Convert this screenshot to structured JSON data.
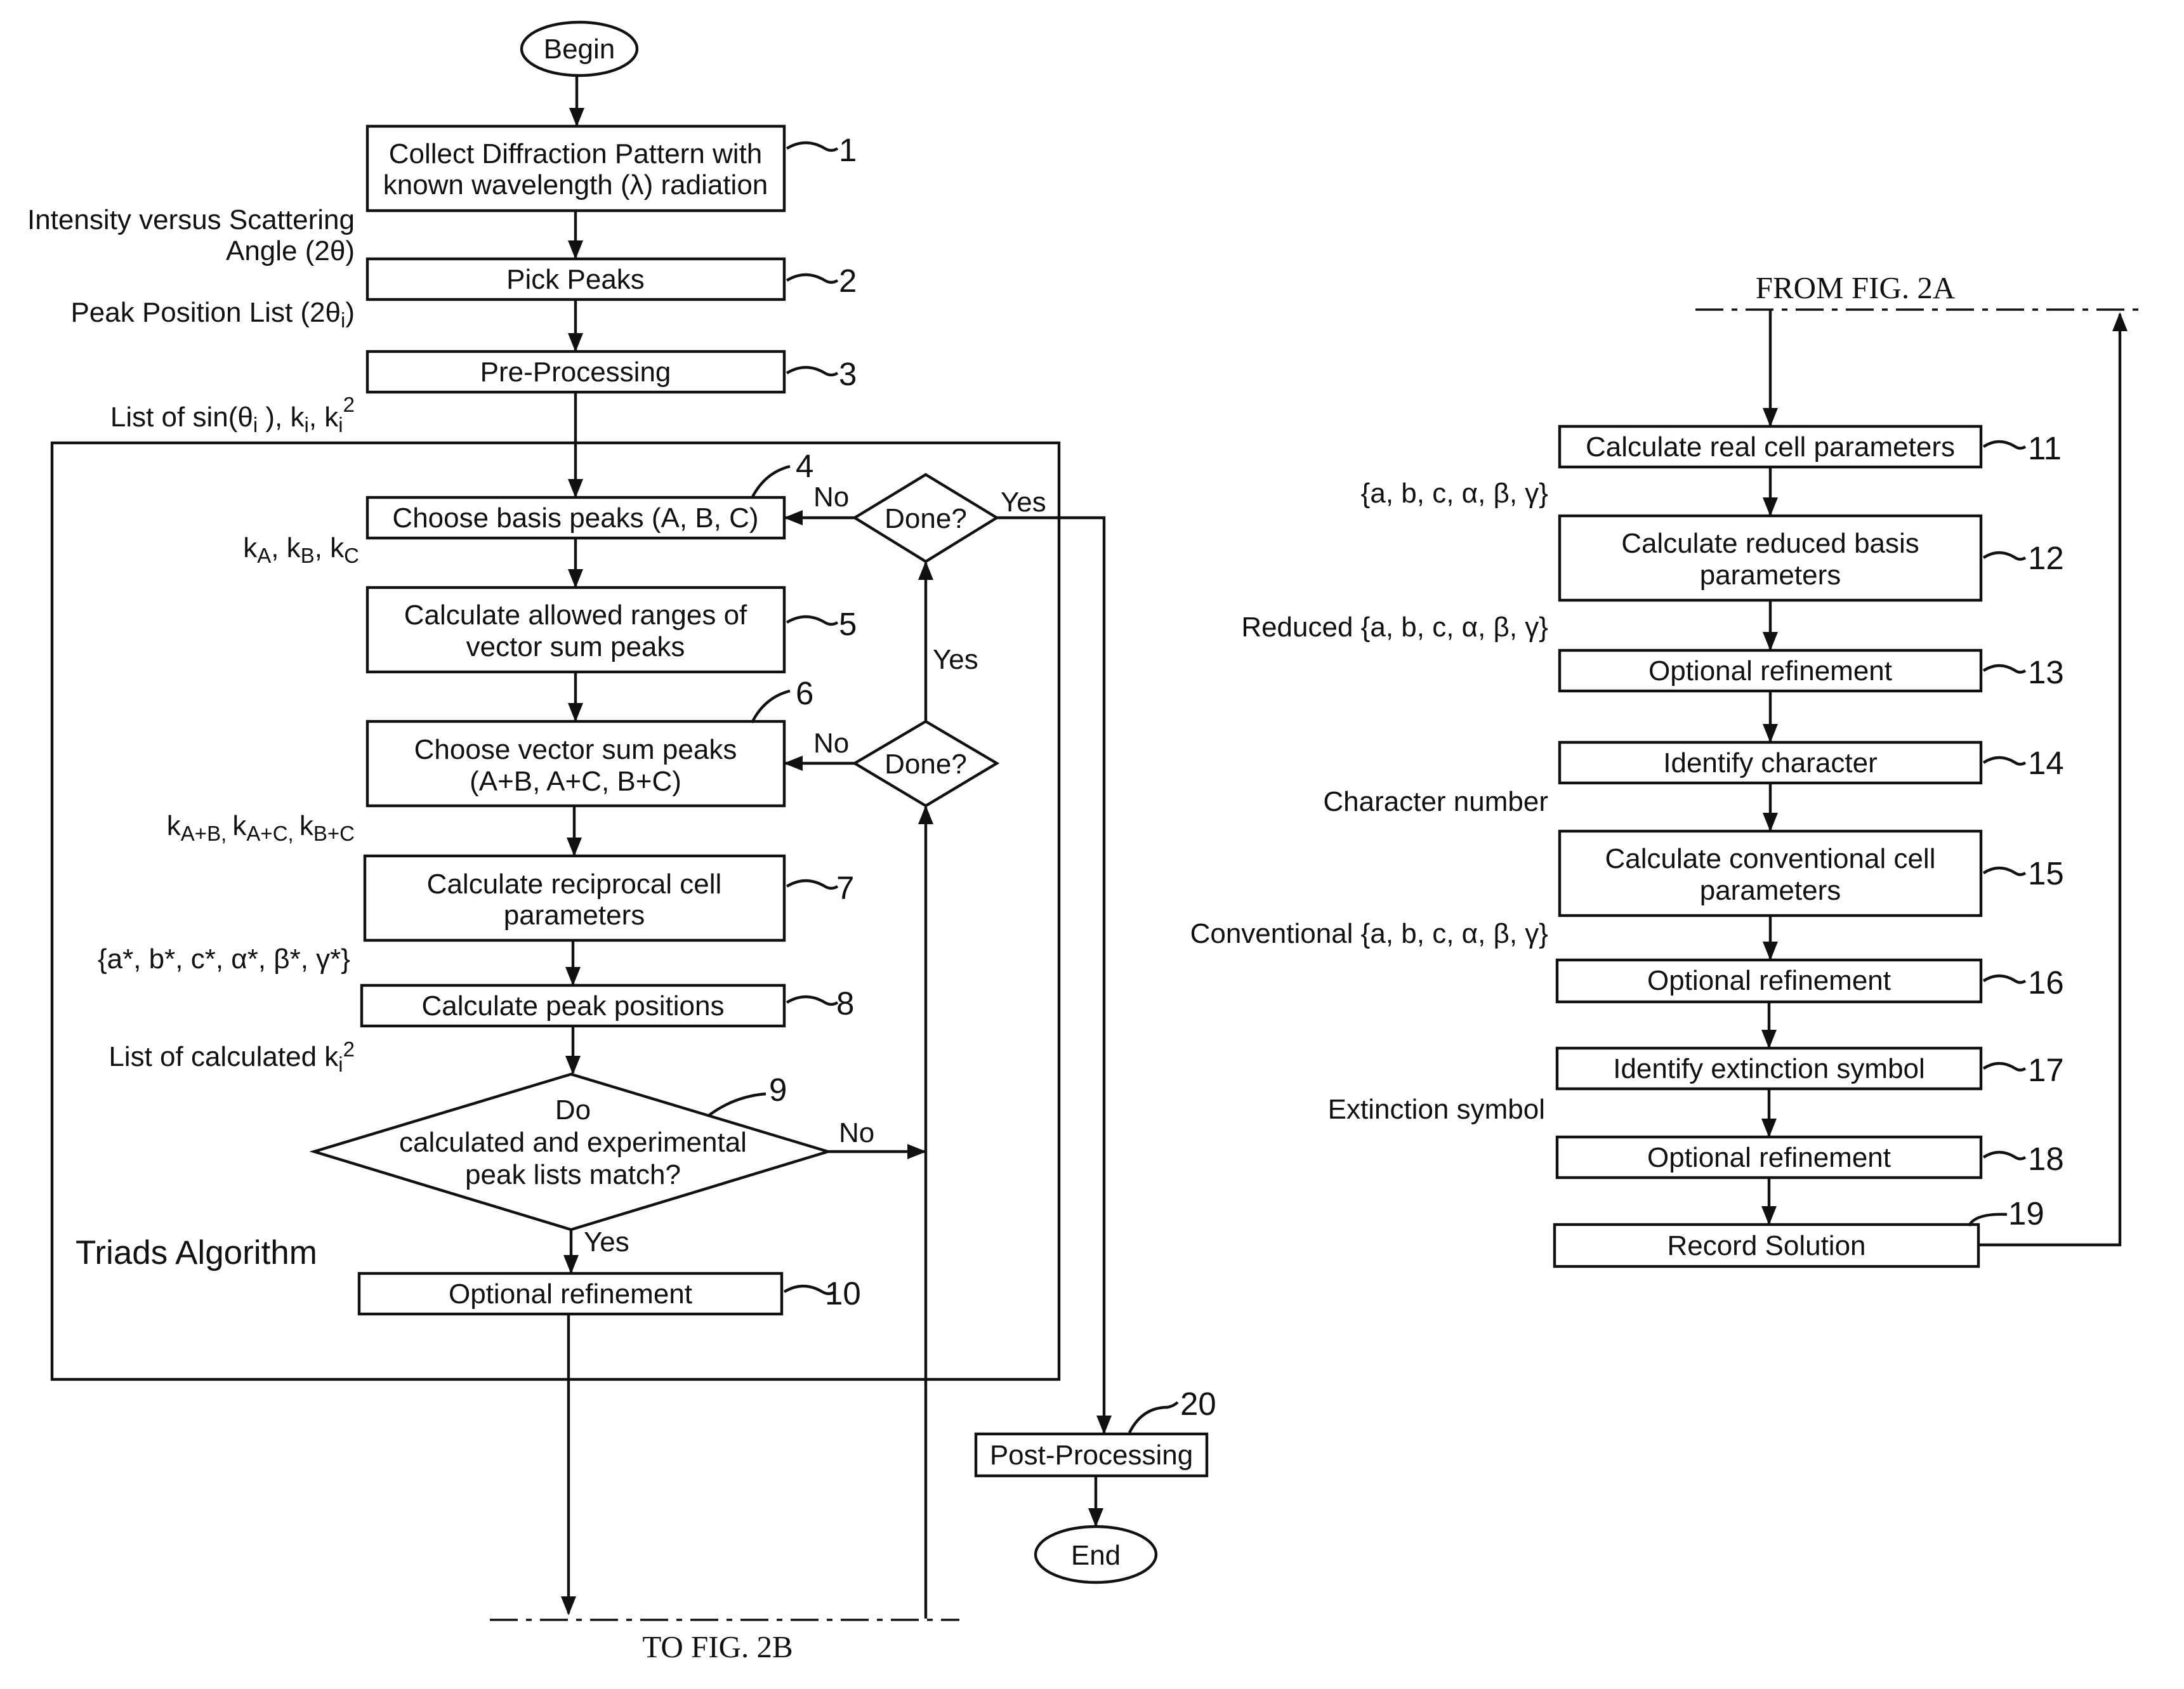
{
  "fig_a": {
    "begin": "Begin",
    "end": "End",
    "steps": {
      "s1_line1": "Collect Diffraction Pattern with",
      "s1_line2": "known wavelength (λ) radiation",
      "s2": "Pick Peaks",
      "s3": "Pre-Processing",
      "s4": "Choose basis peaks (A, B, C)",
      "s5_line1": "Calculate allowed ranges of",
      "s5_line2": "vector sum peaks",
      "s6_line1": "Choose vector sum peaks",
      "s6_line2": "(A+B, A+C, B+C)",
      "s7_line1": "Calculate reciprocal cell",
      "s7_line2": "parameters",
      "s8": "Calculate peak positions",
      "s9_line1": "Do",
      "s9_line2": "calculated and experimental",
      "s9_line3": "peak lists match?",
      "s10": "Optional refinement",
      "s20": "Post-Processing",
      "done": "Done?"
    },
    "numbers": [
      "1",
      "2",
      "3",
      "4",
      "5",
      "6",
      "7",
      "8",
      "9",
      "10",
      "20"
    ],
    "annotations": {
      "intensity_line1": "Intensity versus Scattering",
      "intensity_line2": "Angle (2θ)",
      "peak_list_base": "Peak Position List (2θ",
      "peak_list_sub": "i",
      "peak_list_end": ")",
      "sin_list": "List of sin(θ",
      "k_basis": "k",
      "k_vector": "k",
      "recip": "{a*, b*, c*, α*, β*, γ*}",
      "calc_list": "List of calculated k"
    },
    "labels": {
      "no": "No",
      "yes": "Yes",
      "triads": "Triads Algorithm",
      "to_fig": "TO FIG. 2B"
    }
  },
  "fig_b": {
    "from_fig": "FROM FIG. 2A",
    "steps": {
      "s11": "Calculate real cell parameters",
      "s12_line1": "Calculate reduced basis",
      "s12_line2": "parameters",
      "s13": "Optional refinement",
      "s14": "Identify character",
      "s15_line1": "Calculate conventional cell",
      "s15_line2": "parameters",
      "s16": "Optional refinement",
      "s17": "Identify extinction symbol",
      "s18": "Optional refinement",
      "s19": "Record Solution"
    },
    "numbers": [
      "11",
      "12",
      "13",
      "14",
      "15",
      "16",
      "17",
      "18",
      "19"
    ],
    "annotations": {
      "real_params": "{a, b, c, α, β, γ}",
      "reduced_params": "Reduced {a, b, c, α, β, γ}",
      "character_number": "Character number",
      "conventional_params": "Conventional {a, b, c, α, β, γ}",
      "extinction_symbol": "Extinction symbol"
    }
  }
}
